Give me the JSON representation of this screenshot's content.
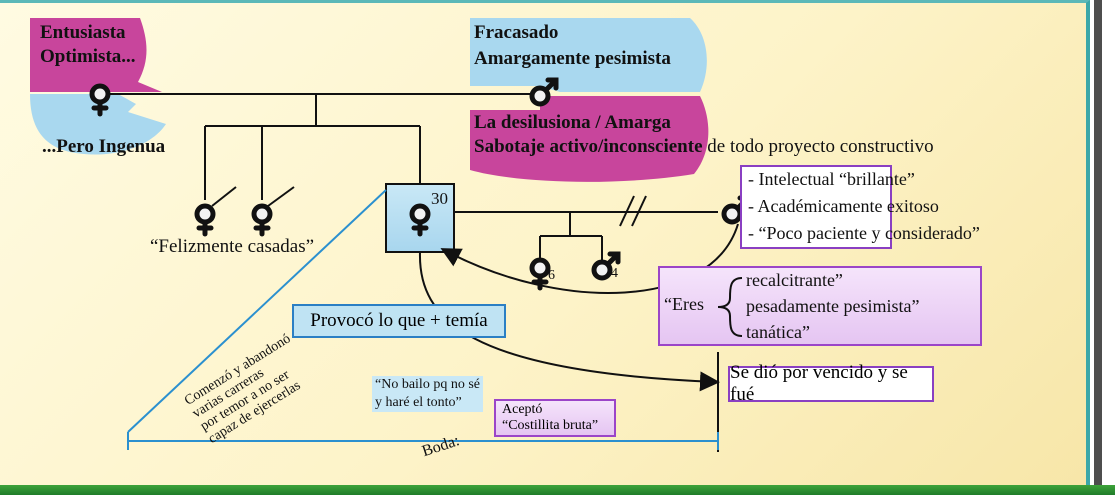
{
  "nodes": {
    "left_parent": {
      "line1": "Entusiasta",
      "line2": "Optimista...",
      "line3": "...Pero Ingenua"
    },
    "right_parent": {
      "line1": "Fracasado",
      "line2": "Amargamente pesimista",
      "line3": "La desilusiona / Amarga",
      "line4_bold": "Sabotaje activo/inconsciente",
      "line4_rest": " de todo proyecto constructivo"
    },
    "sisters_label": "“Felizmente casadas”",
    "central_age": "30",
    "child_female_age": "6",
    "child_male_age": "4"
  },
  "ex_husband_traits": [
    "- Intelectual “brillante”",
    "- Académicamente exitoso",
    "- “Poco paciente y considerado”"
  ],
  "accusation": {
    "lead": "“Eres",
    "items": [
      "recalcitrante”",
      "pesadamente pesimista”",
      "tanática”"
    ]
  },
  "provoked_label": "Provocó lo que + temía",
  "gave_up_label": "Se dió por vencido y se fué",
  "career_note": [
    "Comenzó y abandonó",
    "varias carreras",
    "por temor a no ser",
    "capaz de ejercerlas"
  ],
  "wedding_label": "Boda:",
  "dance_quote": [
    "“No bailo pq no sé",
    "y haré el tonto”"
  ],
  "accepted": [
    "Aceptó",
    "“Costillita bruta”"
  ],
  "colors": {
    "magenta": "#c8459c",
    "light_blue": "#a9d8ef",
    "box_border_purple": "#8a3fc2",
    "box_border_blue": "#2b7fc4",
    "teal_line": "#3ba7a9"
  }
}
